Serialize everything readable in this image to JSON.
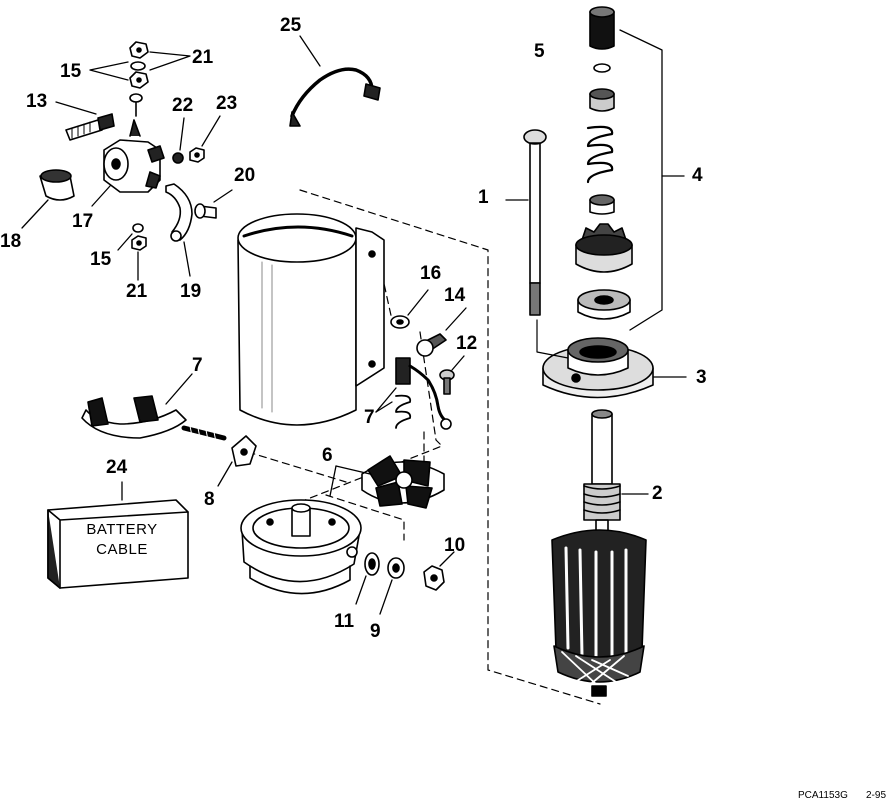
{
  "callouts": {
    "c1": "1",
    "c2": "2",
    "c3": "3",
    "c4": "4",
    "c5": "5",
    "c6": "6",
    "c7a": "7",
    "c7b": "7",
    "c8": "8",
    "c9": "9",
    "c10": "10",
    "c11": "11",
    "c12": "12",
    "c13": "13",
    "c14": "14",
    "c15a": "15",
    "c15b": "15",
    "c16": "16",
    "c17": "17",
    "c18": "18",
    "c19": "19",
    "c20": "20",
    "c21a": "21",
    "c21b": "21",
    "c22": "22",
    "c23": "23",
    "c24": "24",
    "c25": "25"
  },
  "battery_cable": {
    "line1": "BATTERY",
    "line2": "CABLE"
  },
  "footer": {
    "part_code": "PCA1153G",
    "revision": "2-95"
  }
}
